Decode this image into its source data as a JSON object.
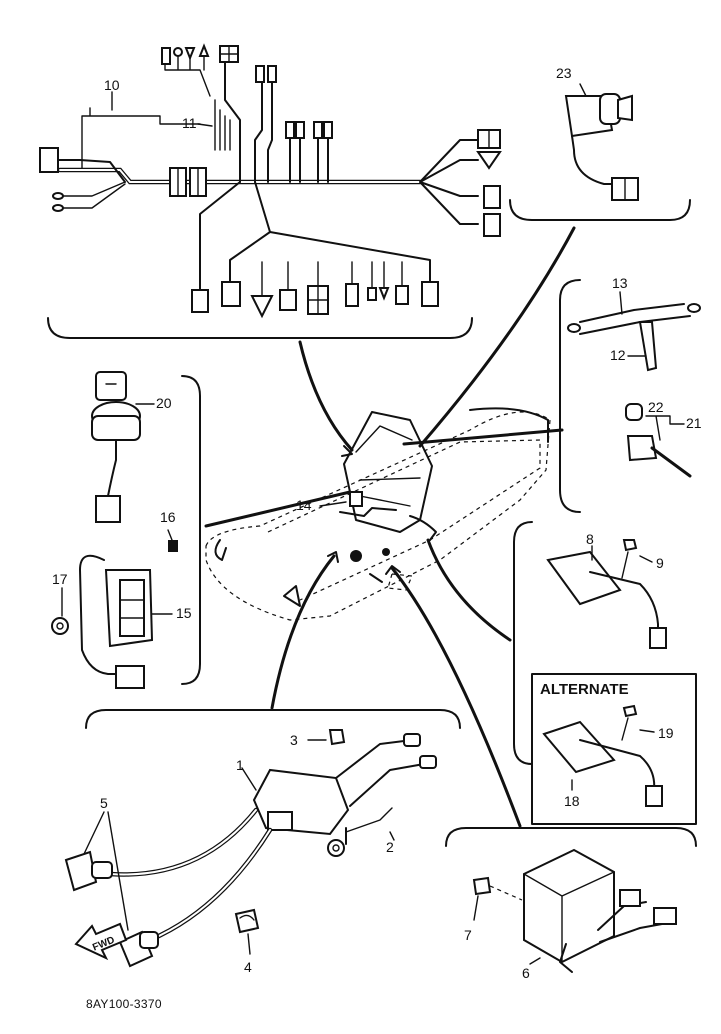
{
  "callouts": {
    "c1": "1",
    "c2": "2",
    "c3": "3",
    "c4": "4",
    "c5": "5",
    "c6": "6",
    "c7": "7",
    "c8": "8",
    "c9": "9",
    "c10": "10",
    "c11": "11",
    "c12": "12",
    "c13": "13",
    "c14": "14",
    "c15": "15",
    "c16": "16",
    "c17": "17",
    "c18": "18",
    "c19": "19",
    "c20": "20",
    "c21": "21",
    "c22": "22",
    "c23": "23"
  },
  "alternate_label": "ALTERNATE",
  "fwd_label": "FWD",
  "drawing_code": "8AY100-3370"
}
